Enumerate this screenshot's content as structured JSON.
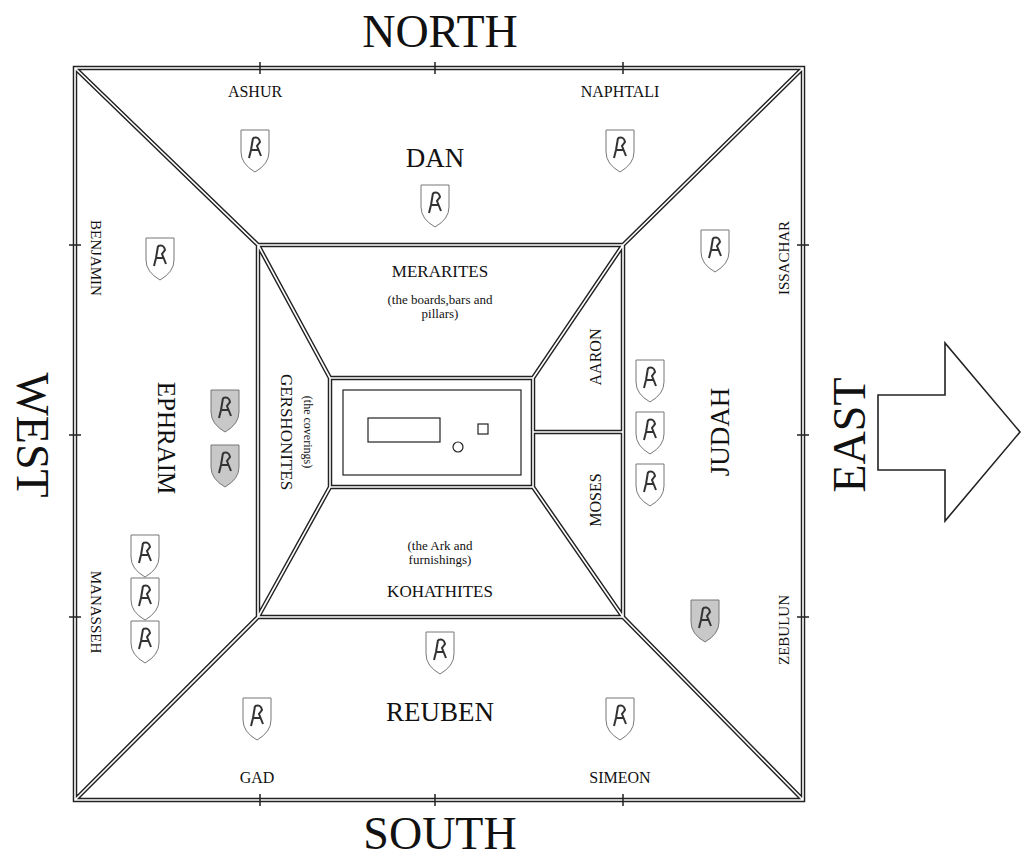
{
  "diagram": {
    "nodes": [
      {
        "text": [
          "ASHUR",
          "NAPHTALI",
          "DAN"
        ]
      },
      {
        "text": [
          "BENJAMIN",
          "EPHRAIM",
          "MANASSEH"
        ]
      },
      {
        "text": [
          "ISSACHAR",
          "JUDAH",
          "ZEBULUN"
        ]
      },
      {
        "text": [
          "REUBEN",
          "GAD",
          "SIMEON"
        ]
      },
      {
        "text": [
          "MERARITES",
          "(the boards,bars and pillars)"
        ]
      },
      {
        "text": [
          "GERSHONITES",
          "(the coverings)"
        ]
      },
      {
        "text": [
          "AARON"
        ]
      },
      {
        "text": [
          "MOSES"
        ]
      },
      {
        "text": [
          "(the Ark and furnishings)",
          "KOHATHITES"
        ]
      }
    ],
    "labels": [
      "NORTH",
      "SOUTH",
      "WEST",
      "EAST"
    ]
  }
}
